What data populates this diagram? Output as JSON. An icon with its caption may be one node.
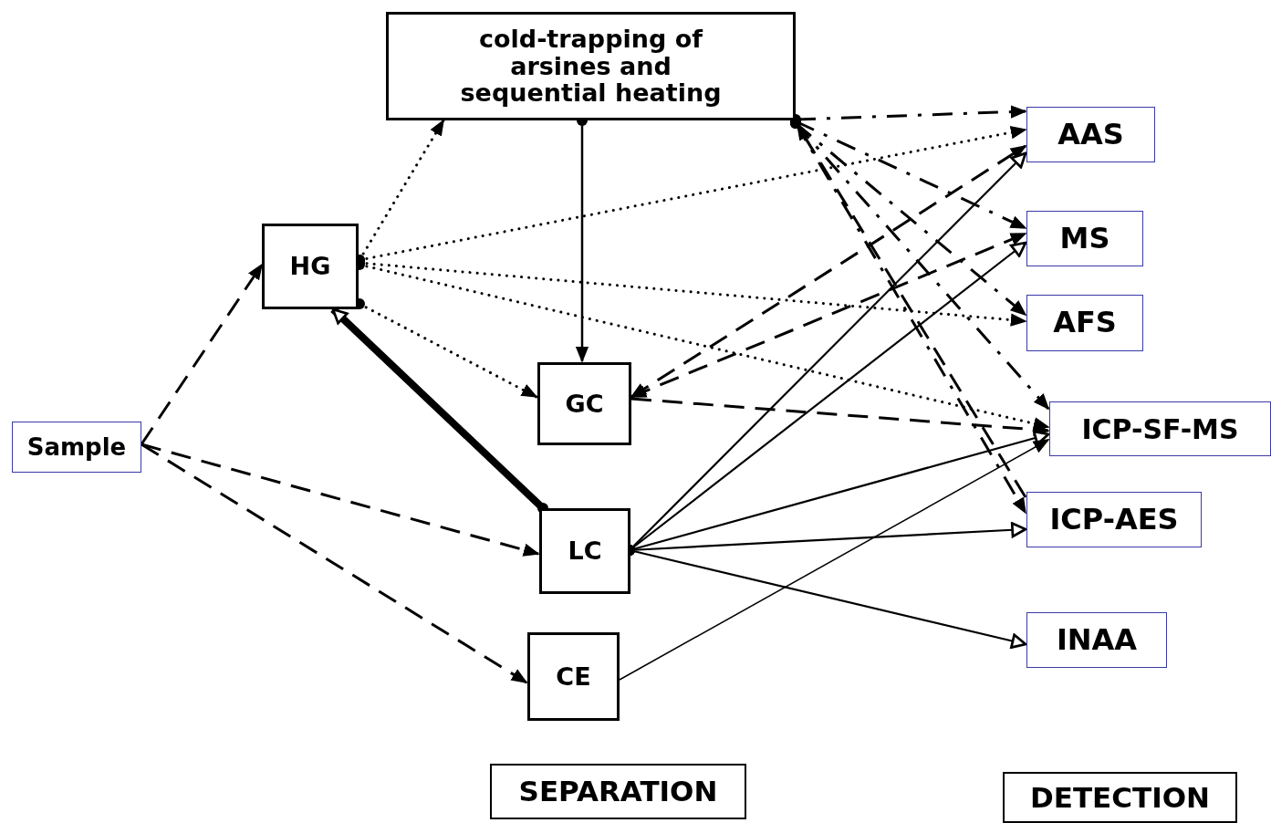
{
  "diagram": {
    "nodes": [
      {
        "text": [
          "cold-trapping of arsines and sequential heating"
        ]
      },
      {
        "text": [
          "HG"
        ]
      },
      {
        "text": [
          "GC"
        ]
      },
      {
        "text": [
          "Sample"
        ]
      },
      {
        "text": [
          "LC"
        ]
      },
      {
        "text": [
          "CE"
        ]
      },
      {
        "text": [
          "AAS"
        ]
      },
      {
        "text": [
          "MS"
        ]
      },
      {
        "text": [
          "AFS"
        ]
      },
      {
        "text": [
          "ICP-SF-MS"
        ]
      },
      {
        "text": [
          "ICP-AES"
        ]
      },
      {
        "text": [
          "INAA"
        ]
      },
      {
        "text": [
          "SEPARATION"
        ]
      },
      {
        "text": [
          "DETECTION"
        ]
      }
    ],
    "edges": [
      {
        "from": 3,
        "to": 1,
        "arrow": "to",
        "style": "dashed"
      },
      {
        "from": 3,
        "to": 4,
        "arrow": "to",
        "style": "dashed"
      },
      {
        "from": 3,
        "to": 5,
        "arrow": "to",
        "style": "dashed"
      },
      {
        "from": 1,
        "to": 0,
        "arrow": "to",
        "style": "dashed"
      },
      {
        "from": 1,
        "to": 6,
        "arrow": "to",
        "style": "dashed"
      },
      {
        "from": 1,
        "to": 8,
        "arrow": "to",
        "style": "dashed"
      },
      {
        "from": 1,
        "to": 9,
        "arrow": "to",
        "style": "dashed"
      },
      {
        "from": 1,
        "to": 2,
        "arrow": "to",
        "style": "dashed"
      },
      {
        "from": 0,
        "to": 2,
        "arrow": "to"
      },
      {
        "from": 4,
        "to": 1,
        "arrow": "to",
        "style": "thick"
      },
      {
        "from": 0,
        "to": 6,
        "arrow": "to",
        "style": "dashed"
      },
      {
        "from": 0,
        "to": 7,
        "arrow": "to",
        "style": "dashed"
      },
      {
        "from": 0,
        "to": 8,
        "arrow": "to",
        "style": "dashed"
      },
      {
        "from": 0,
        "to": 9,
        "arrow": "to",
        "style": "dashed"
      },
      {
        "from": 0,
        "to": 10,
        "arrow": "to",
        "style": "dashed"
      },
      {
        "from": 10,
        "to": 0,
        "arrow": "to",
        "style": "dashed"
      },
      {
        "from": 2,
        "to": 6,
        "arrow": "both",
        "style": "dashed"
      },
      {
        "from": 2,
        "to": 7,
        "arrow": "both",
        "style": "dashed"
      },
      {
        "from": 2,
        "to": 9,
        "arrow": "to",
        "style": "dashed"
      },
      {
        "from": 4,
        "to": 6,
        "arrow": "to"
      },
      {
        "from": 4,
        "to": 7,
        "arrow": "to"
      },
      {
        "from": 4,
        "to": 9,
        "arrow": "to"
      },
      {
        "from": 4,
        "to": 10,
        "arrow": "to"
      },
      {
        "from": 4,
        "to": 11,
        "arrow": "to"
      },
      {
        "from": 5,
        "to": 9,
        "arrow": "to"
      }
    ]
  }
}
